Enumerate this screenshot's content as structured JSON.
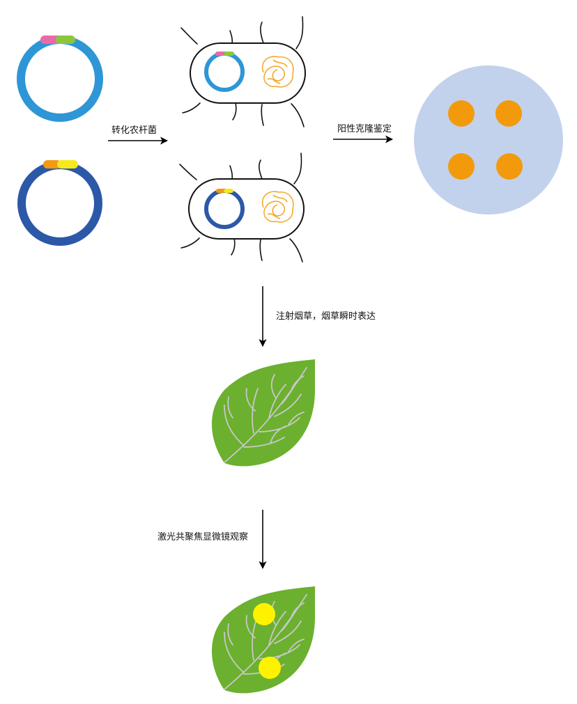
{
  "labels": {
    "transform": "转化农杆菌",
    "positive": "阳性克隆鉴定",
    "inject": "注射烟草，烟草瞬时表达",
    "observe": "激光共聚焦显微镜观察"
  },
  "colors": {
    "plasmid1_ring": "#2e96d6",
    "plasmid2_ring": "#2c58a8",
    "pink_segment": "#e96aa8",
    "green_segment": "#8cc63f",
    "orange_segment": "#f39a12",
    "yellow_segment": "#f7e81c",
    "genome": "#f2aa2a",
    "plate": "#c2d2ec",
    "colony": "#f39a0c",
    "leaf": "#6cb02f",
    "vein": "#c8c8c8",
    "fluorescence": "#fff200"
  }
}
